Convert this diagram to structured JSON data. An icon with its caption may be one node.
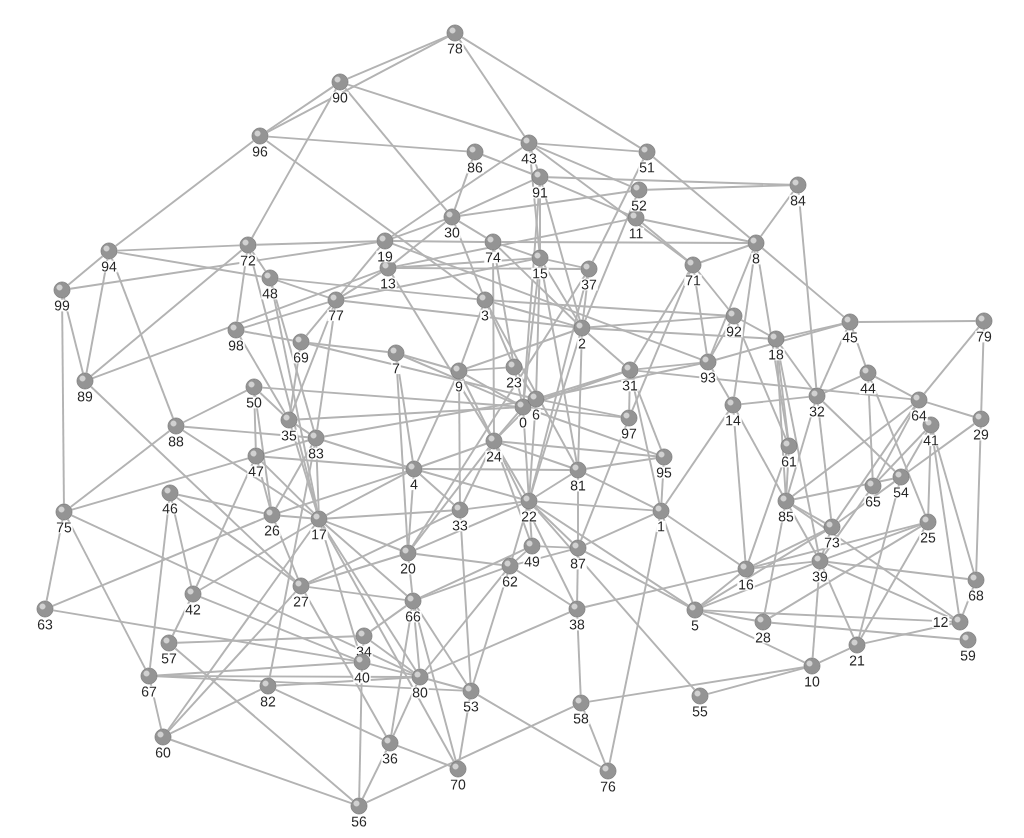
{
  "diagram": {
    "nodes": [
      {
        "text": [
          "0"
        ]
      },
      {
        "text": [
          "1"
        ]
      },
      {
        "text": [
          "2"
        ]
      },
      {
        "text": [
          "3"
        ]
      },
      {
        "text": [
          "4"
        ]
      },
      {
        "text": [
          "5"
        ]
      },
      {
        "text": [
          "6"
        ]
      },
      {
        "text": [
          "7"
        ]
      },
      {
        "text": [
          "8"
        ]
      },
      {
        "text": [
          "9"
        ]
      },
      {
        "text": [
          "10"
        ]
      },
      {
        "text": [
          "11"
        ]
      },
      {
        "text": [
          "12"
        ]
      },
      {
        "text": [
          "13"
        ]
      },
      {
        "text": [
          "14"
        ]
      },
      {
        "text": [
          "15"
        ]
      },
      {
        "text": [
          "16"
        ]
      },
      {
        "text": [
          "17"
        ]
      },
      {
        "text": [
          "18"
        ]
      },
      {
        "text": [
          "19"
        ]
      },
      {
        "text": [
          "20"
        ]
      },
      {
        "text": [
          "21"
        ]
      },
      {
        "text": [
          "22"
        ]
      },
      {
        "text": [
          "23"
        ]
      },
      {
        "text": [
          "24"
        ]
      },
      {
        "text": [
          "25"
        ]
      },
      {
        "text": [
          "26"
        ]
      },
      {
        "text": [
          "27"
        ]
      },
      {
        "text": [
          "28"
        ]
      },
      {
        "text": [
          "29"
        ]
      },
      {
        "text": [
          "30"
        ]
      },
      {
        "text": [
          "31"
        ]
      },
      {
        "text": [
          "32"
        ]
      },
      {
        "text": [
          "33"
        ]
      },
      {
        "text": [
          "34"
        ]
      },
      {
        "text": [
          "35"
        ]
      },
      {
        "text": [
          "36"
        ]
      },
      {
        "text": [
          "37"
        ]
      },
      {
        "text": [
          "38"
        ]
      },
      {
        "text": [
          "39"
        ]
      },
      {
        "text": [
          "40"
        ]
      },
      {
        "text": [
          "41"
        ]
      },
      {
        "text": [
          "42"
        ]
      },
      {
        "text": [
          "43"
        ]
      },
      {
        "text": [
          "44"
        ]
      },
      {
        "text": [
          "45"
        ]
      },
      {
        "text": [
          "46"
        ]
      },
      {
        "text": [
          "47"
        ]
      },
      {
        "text": [
          "48"
        ]
      },
      {
        "text": [
          "49"
        ]
      },
      {
        "text": [
          "50"
        ]
      },
      {
        "text": [
          "51"
        ]
      },
      {
        "text": [
          "52"
        ]
      },
      {
        "text": [
          "53"
        ]
      },
      {
        "text": [
          "54"
        ]
      },
      {
        "text": [
          "55"
        ]
      },
      {
        "text": [
          "56"
        ]
      },
      {
        "text": [
          "57"
        ]
      },
      {
        "text": [
          "58"
        ]
      },
      {
        "text": [
          "59"
        ]
      },
      {
        "text": [
          "60"
        ]
      },
      {
        "text": [
          "61"
        ]
      },
      {
        "text": [
          "62"
        ]
      },
      {
        "text": [
          "63"
        ]
      },
      {
        "text": [
          "64"
        ]
      },
      {
        "text": [
          "65"
        ]
      },
      {
        "text": [
          "66"
        ]
      },
      {
        "text": [
          "67"
        ]
      },
      {
        "text": [
          "68"
        ]
      },
      {
        "text": [
          "69"
        ]
      },
      {
        "text": [
          "70"
        ]
      },
      {
        "text": [
          "71"
        ]
      },
      {
        "text": [
          "72"
        ]
      },
      {
        "text": [
          "73"
        ]
      },
      {
        "text": [
          "74"
        ]
      },
      {
        "text": [
          "75"
        ]
      },
      {
        "text": [
          "76"
        ]
      },
      {
        "text": [
          "77"
        ]
      },
      {
        "text": [
          "78"
        ]
      },
      {
        "text": [
          "79"
        ]
      },
      {
        "text": [
          "80"
        ]
      },
      {
        "text": [
          "81"
        ]
      },
      {
        "text": [
          "82"
        ]
      },
      {
        "text": [
          "83"
        ]
      },
      {
        "text": [
          "84"
        ]
      },
      {
        "text": [
          "85"
        ]
      },
      {
        "text": [
          "86"
        ]
      },
      {
        "text": [
          "87"
        ]
      },
      {
        "text": [
          "88"
        ]
      },
      {
        "text": [
          "89"
        ]
      },
      {
        "text": [
          "90"
        ]
      },
      {
        "text": [
          "91"
        ]
      },
      {
        "text": [
          "92"
        ]
      },
      {
        "text": [
          "93"
        ]
      },
      {
        "text": [
          "94"
        ]
      },
      {
        "text": [
          "95"
        ]
      },
      {
        "text": [
          "96"
        ]
      },
      {
        "text": [
          "97"
        ]
      },
      {
        "text": [
          "98"
        ]
      },
      {
        "text": [
          "99"
        ]
      }
    ],
    "edges": [
      {
        "from": 78,
        "to": 90,
        "arrow": "none"
      },
      {
        "from": 78,
        "to": 96,
        "arrow": "none"
      },
      {
        "from": 78,
        "to": 43,
        "arrow": "none"
      },
      {
        "from": 78,
        "to": 51,
        "arrow": "none"
      },
      {
        "from": 90,
        "to": 43,
        "arrow": "none"
      },
      {
        "from": 90,
        "to": 30,
        "arrow": "none"
      },
      {
        "from": 90,
        "to": 72,
        "arrow": "none"
      },
      {
        "from": 96,
        "to": 90,
        "arrow": "none"
      },
      {
        "from": 96,
        "to": 86,
        "arrow": "none"
      },
      {
        "from": 96,
        "to": 3,
        "arrow": "none"
      },
      {
        "from": 96,
        "to": 94,
        "arrow": "none"
      },
      {
        "from": 86,
        "to": 30,
        "arrow": "none"
      },
      {
        "from": 86,
        "to": 91,
        "arrow": "none"
      },
      {
        "from": 43,
        "to": 51,
        "arrow": "none"
      },
      {
        "from": 43,
        "to": 91,
        "arrow": "none"
      },
      {
        "from": 43,
        "to": 19,
        "arrow": "none"
      },
      {
        "from": 43,
        "to": 15,
        "arrow": "none"
      },
      {
        "from": 43,
        "to": 71,
        "arrow": "none"
      },
      {
        "from": 43,
        "to": 52,
        "arrow": "none"
      },
      {
        "from": 51,
        "to": 37,
        "arrow": "none"
      },
      {
        "from": 51,
        "to": 8,
        "arrow": "none"
      },
      {
        "from": 91,
        "to": 15,
        "arrow": "none"
      },
      {
        "from": 91,
        "to": 84,
        "arrow": "none"
      },
      {
        "from": 91,
        "to": 30,
        "arrow": "none"
      },
      {
        "from": 91,
        "to": 11,
        "arrow": "none"
      },
      {
        "from": 91,
        "to": 2,
        "arrow": "none"
      },
      {
        "from": 91,
        "to": 0,
        "arrow": "none"
      },
      {
        "from": 52,
        "to": 84,
        "arrow": "none"
      },
      {
        "from": 52,
        "to": 2,
        "arrow": "none"
      },
      {
        "from": 52,
        "to": 30,
        "arrow": "none"
      },
      {
        "from": 11,
        "to": 8,
        "arrow": "none"
      },
      {
        "from": 11,
        "to": 13,
        "arrow": "none"
      },
      {
        "from": 11,
        "to": 71,
        "arrow": "none"
      },
      {
        "from": 30,
        "to": 19,
        "arrow": "none"
      },
      {
        "from": 30,
        "to": 13,
        "arrow": "none"
      },
      {
        "from": 30,
        "to": 74,
        "arrow": "none"
      },
      {
        "from": 30,
        "to": 3,
        "arrow": "none"
      },
      {
        "from": 94,
        "to": 72,
        "arrow": "none"
      },
      {
        "from": 94,
        "to": 99,
        "arrow": "none"
      },
      {
        "from": 94,
        "to": 89,
        "arrow": "none"
      },
      {
        "from": 94,
        "to": 48,
        "arrow": "none"
      },
      {
        "from": 94,
        "to": 88,
        "arrow": "none"
      },
      {
        "from": 99,
        "to": 89,
        "arrow": "none"
      },
      {
        "from": 99,
        "to": 75,
        "arrow": "none"
      },
      {
        "from": 99,
        "to": 19,
        "arrow": "none"
      },
      {
        "from": 89,
        "to": 72,
        "arrow": "none"
      },
      {
        "from": 89,
        "to": 13,
        "arrow": "none"
      },
      {
        "from": 89,
        "to": 27,
        "arrow": "none"
      },
      {
        "from": 72,
        "to": 98,
        "arrow": "none"
      },
      {
        "from": 72,
        "to": 17,
        "arrow": "none"
      },
      {
        "from": 74,
        "to": 8,
        "arrow": "none"
      },
      {
        "from": 72,
        "to": 19,
        "arrow": "none"
      },
      {
        "from": 72,
        "to": 48,
        "arrow": "none"
      },
      {
        "from": 88,
        "to": 75,
        "arrow": "none"
      },
      {
        "from": 88,
        "to": 83,
        "arrow": "none"
      },
      {
        "from": 88,
        "to": 50,
        "arrow": "none"
      },
      {
        "from": 88,
        "to": 17,
        "arrow": "none"
      },
      {
        "from": 75,
        "to": 63,
        "arrow": "none"
      },
      {
        "from": 75,
        "to": 67,
        "arrow": "none"
      },
      {
        "from": 75,
        "to": 47,
        "arrow": "none"
      },
      {
        "from": 75,
        "to": 80,
        "arrow": "none"
      },
      {
        "from": 63,
        "to": 26,
        "arrow": "none"
      },
      {
        "from": 63,
        "to": 40,
        "arrow": "none"
      },
      {
        "from": 46,
        "to": 42,
        "arrow": "none"
      },
      {
        "from": 46,
        "to": 67,
        "arrow": "none"
      },
      {
        "from": 46,
        "to": 26,
        "arrow": "none"
      },
      {
        "from": 46,
        "to": 27,
        "arrow": "none"
      },
      {
        "from": 42,
        "to": 17,
        "arrow": "none"
      },
      {
        "from": 42,
        "to": 47,
        "arrow": "none"
      },
      {
        "from": 42,
        "to": 40,
        "arrow": "none"
      },
      {
        "from": 42,
        "to": 57,
        "arrow": "none"
      },
      {
        "from": 57,
        "to": 34,
        "arrow": "none"
      },
      {
        "from": 57,
        "to": 56,
        "arrow": "none"
      },
      {
        "from": 67,
        "to": 60,
        "arrow": "none"
      },
      {
        "from": 67,
        "to": 40,
        "arrow": "none"
      },
      {
        "from": 67,
        "to": 80,
        "arrow": "none"
      },
      {
        "from": 67,
        "to": 53,
        "arrow": "none"
      },
      {
        "from": 60,
        "to": 82,
        "arrow": "none"
      },
      {
        "from": 60,
        "to": 17,
        "arrow": "none"
      },
      {
        "from": 60,
        "to": 56,
        "arrow": "none"
      },
      {
        "from": 60,
        "to": 27,
        "arrow": "none"
      },
      {
        "from": 82,
        "to": 83,
        "arrow": "none"
      },
      {
        "from": 82,
        "to": 80,
        "arrow": "none"
      },
      {
        "from": 82,
        "to": 36,
        "arrow": "none"
      },
      {
        "from": 56,
        "to": 40,
        "arrow": "none"
      },
      {
        "from": 56,
        "to": 36,
        "arrow": "none"
      },
      {
        "from": 56,
        "to": 58,
        "arrow": "none"
      },
      {
        "from": 36,
        "to": 66,
        "arrow": "none"
      },
      {
        "from": 36,
        "to": 80,
        "arrow": "none"
      },
      {
        "from": 36,
        "to": 70,
        "arrow": "none"
      },
      {
        "from": 36,
        "to": 27,
        "arrow": "none"
      },
      {
        "from": 70,
        "to": 53,
        "arrow": "none"
      },
      {
        "from": 70,
        "to": 17,
        "arrow": "none"
      },
      {
        "from": 70,
        "to": 66,
        "arrow": "none"
      },
      {
        "from": 53,
        "to": 62,
        "arrow": "none"
      },
      {
        "from": 53,
        "to": 33,
        "arrow": "none"
      },
      {
        "from": 53,
        "to": 76,
        "arrow": "none"
      },
      {
        "from": 58,
        "to": 38,
        "arrow": "none"
      },
      {
        "from": 58,
        "to": 76,
        "arrow": "none"
      },
      {
        "from": 58,
        "to": 10,
        "arrow": "none"
      },
      {
        "from": 76,
        "to": 1,
        "arrow": "none"
      },
      {
        "from": 55,
        "to": 10,
        "arrow": "none"
      },
      {
        "from": 55,
        "to": 22,
        "arrow": "none"
      },
      {
        "from": 10,
        "to": 21,
        "arrow": "none"
      },
      {
        "from": 10,
        "to": 39,
        "arrow": "none"
      },
      {
        "from": 10,
        "to": 5,
        "arrow": "none"
      },
      {
        "from": 21,
        "to": 12,
        "arrow": "none"
      },
      {
        "from": 21,
        "to": 39,
        "arrow": "none"
      },
      {
        "from": 21,
        "to": 54,
        "arrow": "none"
      },
      {
        "from": 21,
        "to": 25,
        "arrow": "none"
      },
      {
        "from": 12,
        "to": 68,
        "arrow": "none"
      },
      {
        "from": 12,
        "to": 5,
        "arrow": "none"
      },
      {
        "from": 12,
        "to": 39,
        "arrow": "none"
      },
      {
        "from": 12,
        "to": 41,
        "arrow": "none"
      },
      {
        "from": 12,
        "to": 85,
        "arrow": "none"
      },
      {
        "from": 59,
        "to": 28,
        "arrow": "none"
      },
      {
        "from": 68,
        "to": 39,
        "arrow": "none"
      },
      {
        "from": 68,
        "to": 29,
        "arrow": "none"
      },
      {
        "from": 68,
        "to": 41,
        "arrow": "none"
      },
      {
        "from": 29,
        "to": 64,
        "arrow": "none"
      },
      {
        "from": 29,
        "to": 79,
        "arrow": "none"
      },
      {
        "from": 29,
        "to": 54,
        "arrow": "none"
      },
      {
        "from": 79,
        "to": 45,
        "arrow": "none"
      },
      {
        "from": 79,
        "to": 64,
        "arrow": "none"
      },
      {
        "from": 45,
        "to": 18,
        "arrow": "none"
      },
      {
        "from": 45,
        "to": 44,
        "arrow": "none"
      },
      {
        "from": 45,
        "to": 8,
        "arrow": "none"
      },
      {
        "from": 45,
        "to": 32,
        "arrow": "none"
      },
      {
        "from": 45,
        "to": 93,
        "arrow": "none"
      },
      {
        "from": 84,
        "to": 8,
        "arrow": "none"
      },
      {
        "from": 84,
        "to": 32,
        "arrow": "none"
      },
      {
        "from": 8,
        "to": 14,
        "arrow": "none"
      },
      {
        "from": 8,
        "to": 61,
        "arrow": "none"
      },
      {
        "from": 8,
        "to": 71,
        "arrow": "none"
      },
      {
        "from": 8,
        "to": 93,
        "arrow": "none"
      },
      {
        "from": 98,
        "to": 69,
        "arrow": "none"
      },
      {
        "from": 98,
        "to": 77,
        "arrow": "none"
      },
      {
        "from": 98,
        "to": 35,
        "arrow": "none"
      },
      {
        "from": 48,
        "to": 83,
        "arrow": "none"
      },
      {
        "from": 48,
        "to": 3,
        "arrow": "none"
      },
      {
        "from": 48,
        "to": 77,
        "arrow": "none"
      },
      {
        "from": 48,
        "to": 17,
        "arrow": "none"
      },
      {
        "from": 77,
        "to": 13,
        "arrow": "none"
      },
      {
        "from": 77,
        "to": 19,
        "arrow": "none"
      },
      {
        "from": 77,
        "to": 2,
        "arrow": "none"
      },
      {
        "from": 77,
        "to": 15,
        "arrow": "none"
      },
      {
        "from": 77,
        "to": 35,
        "arrow": "none"
      },
      {
        "from": 77,
        "to": 83,
        "arrow": "none"
      },
      {
        "from": 13,
        "to": 15,
        "arrow": "none"
      },
      {
        "from": 13,
        "to": 24,
        "arrow": "none"
      },
      {
        "from": 13,
        "to": 37,
        "arrow": "none"
      },
      {
        "from": 19,
        "to": 74,
        "arrow": "none"
      },
      {
        "from": 19,
        "to": 93,
        "arrow": "none"
      },
      {
        "from": 74,
        "to": 15,
        "arrow": "none"
      },
      {
        "from": 74,
        "to": 23,
        "arrow": "none"
      },
      {
        "from": 74,
        "to": 24,
        "arrow": "none"
      },
      {
        "from": 74,
        "to": 2,
        "arrow": "none"
      },
      {
        "from": 15,
        "to": 37,
        "arrow": "none"
      },
      {
        "from": 15,
        "to": 6,
        "arrow": "none"
      },
      {
        "from": 15,
        "to": 0,
        "arrow": "none"
      },
      {
        "from": 15,
        "to": 2,
        "arrow": "none"
      },
      {
        "from": 15,
        "to": 81,
        "arrow": "none"
      },
      {
        "from": 37,
        "to": 2,
        "arrow": "none"
      },
      {
        "from": 37,
        "to": 22,
        "arrow": "none"
      },
      {
        "from": 37,
        "to": 20,
        "arrow": "none"
      },
      {
        "from": 3,
        "to": 9,
        "arrow": "none"
      },
      {
        "from": 3,
        "to": 23,
        "arrow": "none"
      },
      {
        "from": 3,
        "to": 2,
        "arrow": "none"
      },
      {
        "from": 3,
        "to": 92,
        "arrow": "none"
      },
      {
        "from": 3,
        "to": 81,
        "arrow": "none"
      },
      {
        "from": 71,
        "to": 93,
        "arrow": "none"
      },
      {
        "from": 71,
        "to": 97,
        "arrow": "none"
      },
      {
        "from": 71,
        "to": 31,
        "arrow": "none"
      },
      {
        "from": 71,
        "to": 92,
        "arrow": "none"
      },
      {
        "from": 2,
        "to": 31,
        "arrow": "none"
      },
      {
        "from": 2,
        "to": 18,
        "arrow": "none"
      },
      {
        "from": 2,
        "to": 92,
        "arrow": "none"
      },
      {
        "from": 2,
        "to": 81,
        "arrow": "none"
      },
      {
        "from": 2,
        "to": 22,
        "arrow": "none"
      },
      {
        "from": 2,
        "to": 9,
        "arrow": "none"
      },
      {
        "from": 92,
        "to": 18,
        "arrow": "none"
      },
      {
        "from": 92,
        "to": 93,
        "arrow": "none"
      },
      {
        "from": 92,
        "to": 61,
        "arrow": "none"
      },
      {
        "from": 18,
        "to": 61,
        "arrow": "none"
      },
      {
        "from": 18,
        "to": 85,
        "arrow": "none"
      },
      {
        "from": 18,
        "to": 39,
        "arrow": "none"
      },
      {
        "from": 18,
        "to": 32,
        "arrow": "none"
      },
      {
        "from": 93,
        "to": 31,
        "arrow": "none"
      },
      {
        "from": 93,
        "to": 6,
        "arrow": "none"
      },
      {
        "from": 93,
        "to": 14,
        "arrow": "none"
      },
      {
        "from": 14,
        "to": 85,
        "arrow": "none"
      },
      {
        "from": 31,
        "to": 6,
        "arrow": "none"
      },
      {
        "from": 31,
        "to": 0,
        "arrow": "none"
      },
      {
        "from": 31,
        "to": 97,
        "arrow": "none"
      },
      {
        "from": 31,
        "to": 95,
        "arrow": "none"
      },
      {
        "from": 31,
        "to": 1,
        "arrow": "none"
      },
      {
        "from": 31,
        "to": 64,
        "arrow": "none"
      },
      {
        "from": 14,
        "to": 1,
        "arrow": "none"
      },
      {
        "from": 14,
        "to": 32,
        "arrow": "none"
      },
      {
        "from": 14,
        "to": 16,
        "arrow": "none"
      },
      {
        "from": 32,
        "to": 85,
        "arrow": "none"
      },
      {
        "from": 32,
        "to": 73,
        "arrow": "none"
      },
      {
        "from": 32,
        "to": 54,
        "arrow": "none"
      },
      {
        "from": 32,
        "to": 44,
        "arrow": "none"
      },
      {
        "from": 44,
        "to": 65,
        "arrow": "none"
      },
      {
        "from": 44,
        "to": 25,
        "arrow": "none"
      },
      {
        "from": 44,
        "to": 64,
        "arrow": "none"
      },
      {
        "from": 64,
        "to": 65,
        "arrow": "none"
      },
      {
        "from": 64,
        "to": 85,
        "arrow": "none"
      },
      {
        "from": 64,
        "to": 73,
        "arrow": "none"
      },
      {
        "from": 41,
        "to": 25,
        "arrow": "none"
      },
      {
        "from": 41,
        "to": 65,
        "arrow": "none"
      },
      {
        "from": 41,
        "to": 54,
        "arrow": "none"
      },
      {
        "from": 54,
        "to": 73,
        "arrow": "none"
      },
      {
        "from": 54,
        "to": 85,
        "arrow": "none"
      },
      {
        "from": 65,
        "to": 39,
        "arrow": "none"
      },
      {
        "from": 73,
        "to": 39,
        "arrow": "none"
      },
      {
        "from": 73,
        "to": 85,
        "arrow": "none"
      },
      {
        "from": 73,
        "to": 16,
        "arrow": "none"
      },
      {
        "from": 73,
        "to": 5,
        "arrow": "none"
      },
      {
        "from": 25,
        "to": 16,
        "arrow": "none"
      },
      {
        "from": 25,
        "to": 39,
        "arrow": "none"
      },
      {
        "from": 25,
        "to": 28,
        "arrow": "none"
      },
      {
        "from": 61,
        "to": 85,
        "arrow": "none"
      },
      {
        "from": 61,
        "to": 16,
        "arrow": "none"
      },
      {
        "from": 85,
        "to": 39,
        "arrow": "none"
      },
      {
        "from": 85,
        "to": 28,
        "arrow": "none"
      },
      {
        "from": 39,
        "to": 16,
        "arrow": "none"
      },
      {
        "from": 39,
        "to": 5,
        "arrow": "none"
      },
      {
        "from": 16,
        "to": 5,
        "arrow": "none"
      },
      {
        "from": 16,
        "to": 1,
        "arrow": "none"
      },
      {
        "from": 16,
        "to": 38,
        "arrow": "none"
      },
      {
        "from": 28,
        "to": 5,
        "arrow": "none"
      },
      {
        "from": 5,
        "to": 1,
        "arrow": "none"
      },
      {
        "from": 5,
        "to": 87,
        "arrow": "none"
      },
      {
        "from": 5,
        "to": 22,
        "arrow": "none"
      },
      {
        "from": 1,
        "to": 87,
        "arrow": "none"
      },
      {
        "from": 1,
        "to": 95,
        "arrow": "none"
      },
      {
        "from": 1,
        "to": 22,
        "arrow": "none"
      },
      {
        "from": 1,
        "to": 81,
        "arrow": "none"
      },
      {
        "from": 95,
        "to": 0,
        "arrow": "none"
      },
      {
        "from": 95,
        "to": 81,
        "arrow": "none"
      },
      {
        "from": 95,
        "to": 24,
        "arrow": "none"
      },
      {
        "from": 97,
        "to": 0,
        "arrow": "none"
      },
      {
        "from": 97,
        "to": 6,
        "arrow": "none"
      },
      {
        "from": 97,
        "to": 87,
        "arrow": "none"
      },
      {
        "from": 81,
        "to": 22,
        "arrow": "none"
      },
      {
        "from": 81,
        "to": 87,
        "arrow": "none"
      },
      {
        "from": 81,
        "to": 24,
        "arrow": "none"
      },
      {
        "from": 81,
        "to": 4,
        "arrow": "none"
      },
      {
        "from": 87,
        "to": 38,
        "arrow": "none"
      },
      {
        "from": 87,
        "to": 22,
        "arrow": "none"
      },
      {
        "from": 87,
        "to": 49,
        "arrow": "none"
      },
      {
        "from": 87,
        "to": 62,
        "arrow": "none"
      },
      {
        "from": 22,
        "to": 49,
        "arrow": "none"
      },
      {
        "from": 22,
        "to": 62,
        "arrow": "none"
      },
      {
        "from": 22,
        "to": 0,
        "arrow": "none"
      },
      {
        "from": 22,
        "to": 6,
        "arrow": "none"
      },
      {
        "from": 22,
        "to": 4,
        "arrow": "none"
      },
      {
        "from": 22,
        "to": 24,
        "arrow": "none"
      },
      {
        "from": 22,
        "to": 33,
        "arrow": "none"
      },
      {
        "from": 22,
        "to": 20,
        "arrow": "none"
      },
      {
        "from": 49,
        "to": 62,
        "arrow": "none"
      },
      {
        "from": 49,
        "to": 66,
        "arrow": "none"
      },
      {
        "from": 49,
        "to": 24,
        "arrow": "none"
      },
      {
        "from": 62,
        "to": 66,
        "arrow": "none"
      },
      {
        "from": 62,
        "to": 20,
        "arrow": "none"
      },
      {
        "from": 62,
        "to": 38,
        "arrow": "none"
      },
      {
        "from": 38,
        "to": 24,
        "arrow": "none"
      },
      {
        "from": 38,
        "to": 80,
        "arrow": "none"
      },
      {
        "from": 24,
        "to": 0,
        "arrow": "none"
      },
      {
        "from": 24,
        "to": 6,
        "arrow": "none"
      },
      {
        "from": 24,
        "to": 4,
        "arrow": "none"
      },
      {
        "from": 24,
        "to": 33,
        "arrow": "none"
      },
      {
        "from": 24,
        "to": 20,
        "arrow": "none"
      },
      {
        "from": 24,
        "to": 9,
        "arrow": "none"
      },
      {
        "from": 23,
        "to": 0,
        "arrow": "none"
      },
      {
        "from": 23,
        "to": 6,
        "arrow": "none"
      },
      {
        "from": 23,
        "to": 9,
        "arrow": "none"
      },
      {
        "from": 0,
        "to": 9,
        "arrow": "none"
      },
      {
        "from": 0,
        "to": 7,
        "arrow": "none"
      },
      {
        "from": 0,
        "to": 50,
        "arrow": "none"
      },
      {
        "from": 0,
        "to": 35,
        "arrow": "none"
      },
      {
        "from": 6,
        "to": 69,
        "arrow": "none"
      },
      {
        "from": 6,
        "to": 83,
        "arrow": "none"
      },
      {
        "from": 9,
        "to": 7,
        "arrow": "none"
      },
      {
        "from": 9,
        "to": 4,
        "arrow": "none"
      },
      {
        "from": 9,
        "to": 33,
        "arrow": "none"
      },
      {
        "from": 7,
        "to": 69,
        "arrow": "none"
      },
      {
        "from": 7,
        "to": 4,
        "arrow": "none"
      },
      {
        "from": 7,
        "to": 20,
        "arrow": "none"
      },
      {
        "from": 4,
        "to": 20,
        "arrow": "none"
      },
      {
        "from": 4,
        "to": 33,
        "arrow": "none"
      },
      {
        "from": 4,
        "to": 83,
        "arrow": "none"
      },
      {
        "from": 4,
        "to": 47,
        "arrow": "none"
      },
      {
        "from": 4,
        "to": 17,
        "arrow": "none"
      },
      {
        "from": 4,
        "to": 26,
        "arrow": "none"
      },
      {
        "from": 20,
        "to": 66,
        "arrow": "none"
      },
      {
        "from": 20,
        "to": 17,
        "arrow": "none"
      },
      {
        "from": 66,
        "to": 34,
        "arrow": "none"
      },
      {
        "from": 66,
        "to": 27,
        "arrow": "none"
      },
      {
        "from": 66,
        "to": 80,
        "arrow": "none"
      },
      {
        "from": 66,
        "to": 17,
        "arrow": "none"
      },
      {
        "from": 66,
        "to": 53,
        "arrow": "none"
      },
      {
        "from": 33,
        "to": 17,
        "arrow": "none"
      },
      {
        "from": 33,
        "to": 27,
        "arrow": "none"
      },
      {
        "from": 34,
        "to": 80,
        "arrow": "none"
      },
      {
        "from": 34,
        "to": 40,
        "arrow": "none"
      },
      {
        "from": 40,
        "to": 80,
        "arrow": "none"
      },
      {
        "from": 40,
        "to": 17,
        "arrow": "none"
      },
      {
        "from": 80,
        "to": 53,
        "arrow": "none"
      },
      {
        "from": 80,
        "to": 62,
        "arrow": "none"
      },
      {
        "from": 83,
        "to": 35,
        "arrow": "none"
      },
      {
        "from": 83,
        "to": 47,
        "arrow": "none"
      },
      {
        "from": 83,
        "to": 17,
        "arrow": "none"
      },
      {
        "from": 83,
        "to": 26,
        "arrow": "none"
      },
      {
        "from": 35,
        "to": 50,
        "arrow": "none"
      },
      {
        "from": 35,
        "to": 69,
        "arrow": "none"
      },
      {
        "from": 35,
        "to": 17,
        "arrow": "none"
      },
      {
        "from": 50,
        "to": 47,
        "arrow": "none"
      },
      {
        "from": 50,
        "to": 26,
        "arrow": "none"
      },
      {
        "from": 47,
        "to": 17,
        "arrow": "none"
      },
      {
        "from": 47,
        "to": 26,
        "arrow": "none"
      },
      {
        "from": 26,
        "to": 17,
        "arrow": "none"
      },
      {
        "from": 26,
        "to": 27,
        "arrow": "none"
      },
      {
        "from": 27,
        "to": 20,
        "arrow": "none"
      },
      {
        "from": 17,
        "to": 80,
        "arrow": "none"
      },
      {
        "from": 69,
        "to": 77,
        "arrow": "none"
      }
    ]
  }
}
